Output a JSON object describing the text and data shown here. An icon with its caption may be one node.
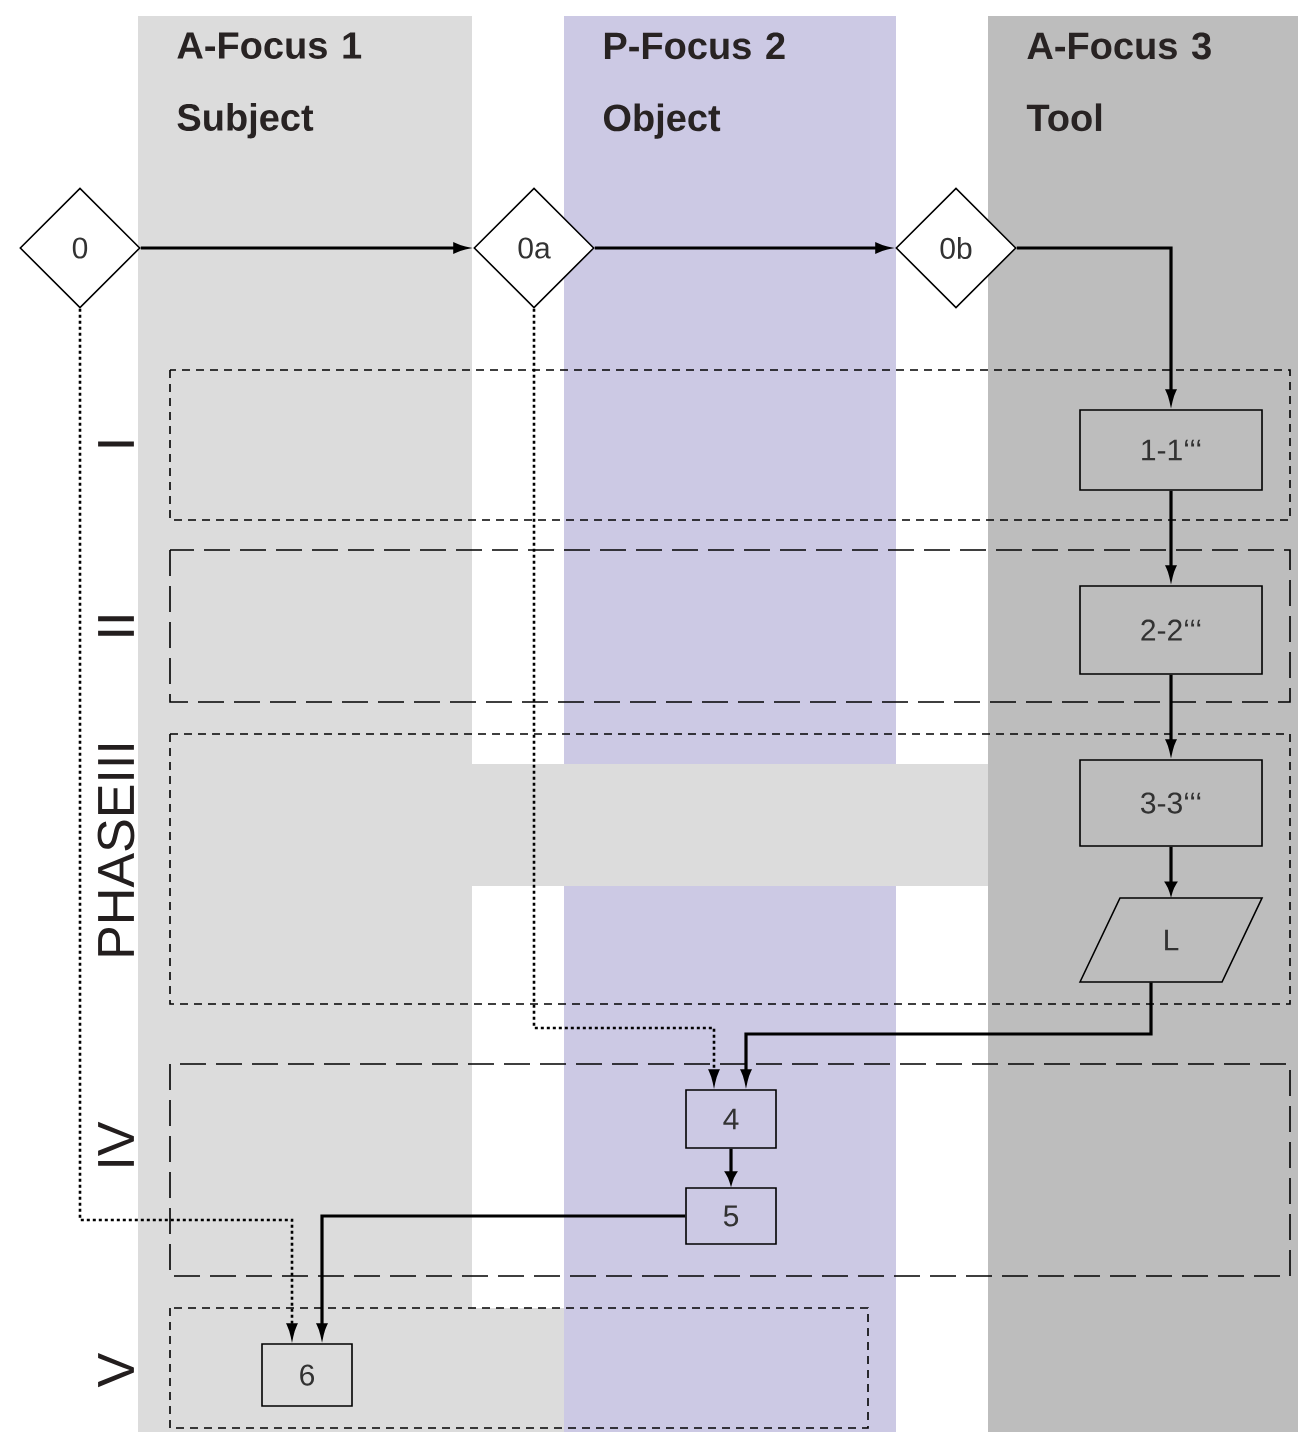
{
  "diagram": {
    "nodes": [
      {
        "text": [
          "0"
        ]
      },
      {
        "text": [
          "0a"
        ]
      },
      {
        "text": [
          "0b"
        ]
      },
      {
        "text": [
          "1-1‘‘‘"
        ]
      },
      {
        "text": [
          "2-2‘‘‘"
        ]
      },
      {
        "text": [
          "3-3‘‘‘"
        ]
      },
      {
        "text": [
          "L"
        ]
      },
      {
        "text": [
          "4"
        ]
      },
      {
        "text": [
          "5"
        ]
      },
      {
        "text": [
          "6"
        ]
      }
    ],
    "edges": [
      {
        "from": 0,
        "to": 1,
        "arrow": "to"
      },
      {
        "from": 1,
        "to": 2,
        "arrow": "to"
      },
      {
        "from": 2,
        "to": 3,
        "arrow": "to"
      },
      {
        "from": 3,
        "to": 4,
        "arrow": "to"
      },
      {
        "from": 4,
        "to": 5,
        "arrow": "to"
      },
      {
        "from": 5,
        "to": 6,
        "arrow": "to"
      },
      {
        "from": 6,
        "to": 7,
        "arrow": "to"
      },
      {
        "from": 1,
        "to": 7,
        "arrow": "to",
        "style": "dashed"
      },
      {
        "from": 7,
        "to": 8,
        "arrow": "to"
      },
      {
        "from": 8,
        "to": 9,
        "arrow": "to"
      },
      {
        "from": 0,
        "to": 9,
        "arrow": "to",
        "style": "dashed"
      }
    ],
    "labels": [
      "A-Focus 1 Subject",
      "P-Focus 2 Object",
      "A-Focus 3 Tool",
      "I",
      "II",
      "PHASEIII",
      "IV",
      "V"
    ]
  }
}
